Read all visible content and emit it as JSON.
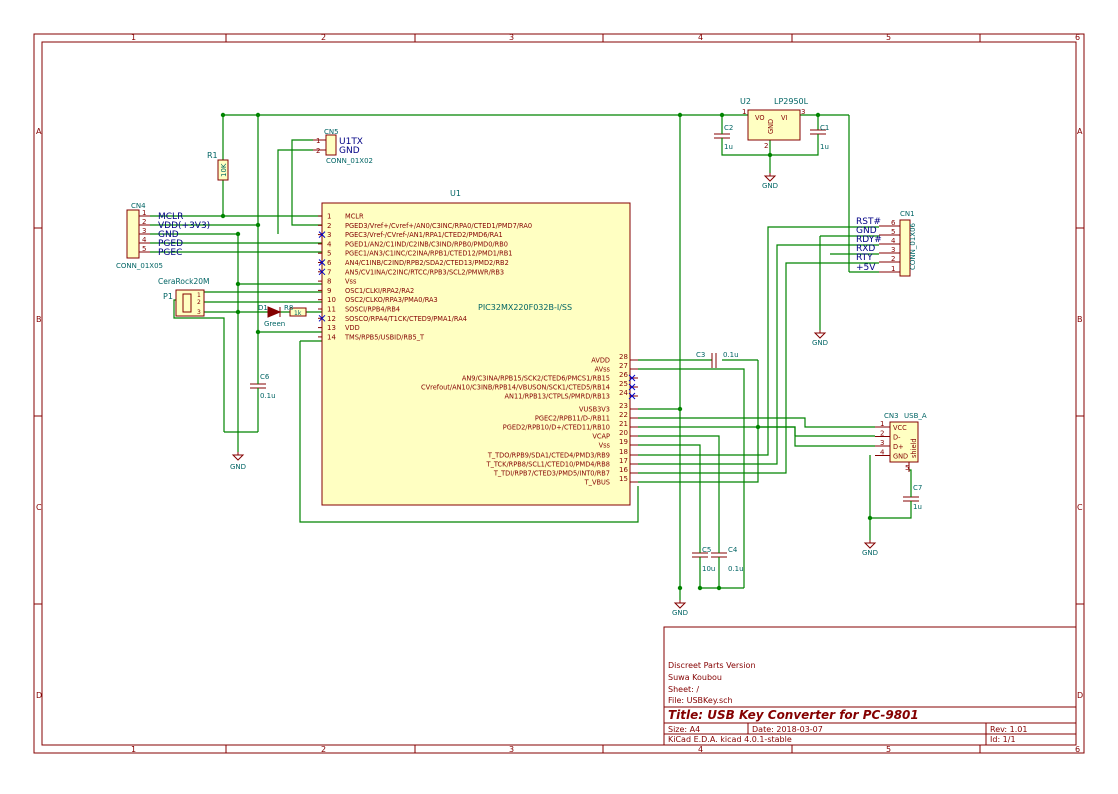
{
  "sheet": {
    "col_labels": [
      "1",
      "2",
      "3",
      "4",
      "5",
      "6"
    ],
    "row_labels": [
      "A",
      "B",
      "C",
      "D"
    ]
  },
  "title_block": {
    "comment": "Discreet Parts Version",
    "company": "Suwa Koubou",
    "sheet": "Sheet: /",
    "file": "File: USBKey.sch",
    "title": "Title: USB Key Converter for PC-9801",
    "size": "Size: A4",
    "date": "Date: 2018-03-07",
    "rev": "Rev: 1.01",
    "tool": "KiCad E.D.A.  kicad 4.0.1-stable",
    "id": "Id: 1/1"
  },
  "u1": {
    "ref": "U1",
    "value": "PIC32MX220F032B-I/SS",
    "left_pins": [
      {
        "num": "1",
        "name": "MCLR"
      },
      {
        "num": "2",
        "name": "PGED3/Vref+/Cvref+/AN0/C3INC/RPA0/CTED1/PMD7/RA0"
      },
      {
        "num": "3",
        "name": "PGEC3/Vref-/CVref-/AN1/RPA1/CTED2/PMD6/RA1"
      },
      {
        "num": "4",
        "name": "PGED1/AN2/C1IND/C2INB/C3IND/RPB0/PMD0/RB0"
      },
      {
        "num": "5",
        "name": "PGEC1/AN3/C1INC/C2INA/RPB1/CTED12/PMD1/RB1"
      },
      {
        "num": "6",
        "name": "AN4/C1INB/C2IND/RPB2/SDA2/CTED13/PMD2/RB2"
      },
      {
        "num": "7",
        "name": "AN5/CV1INA/C2INC/RTCC/RPB3/SCL2/PMWR/RB3"
      },
      {
        "num": "8",
        "name": "Vss"
      },
      {
        "num": "9",
        "name": "OSC1/CLKI/RPA2/RA2"
      },
      {
        "num": "10",
        "name": "OSC2/CLKO/RPA3/PMA0/RA3"
      },
      {
        "num": "11",
        "name": "SOSCI/RPB4/RB4"
      },
      {
        "num": "12",
        "name": "SOSCO/RPA4/T1CK/CTED9/PMA1/RA4"
      },
      {
        "num": "13",
        "name": "VDD"
      },
      {
        "num": "14",
        "name": "TMS/RPB5/USBID/RB5_T"
      }
    ],
    "right_pins": [
      {
        "num": "28",
        "name": "AVDD"
      },
      {
        "num": "27",
        "name": "AVss"
      },
      {
        "num": "26",
        "name": "AN9/C3INA/RPB15/SCK2/CTED6/PMCS1/RB15"
      },
      {
        "num": "25",
        "name": "CVrefout/AN10/C3INB/RPB14/VBUSON/SCK1/CTED5/RB14"
      },
      {
        "num": "24",
        "name": "AN11/RPB13/CTPLS/PMRD/RB13"
      },
      {
        "num": "23",
        "name": "VUSB3V3"
      },
      {
        "num": "22",
        "name": "PGEC2/RPB11/D-/RB11"
      },
      {
        "num": "21",
        "name": "PGED2/RPB10/D+/CTED11/RB10"
      },
      {
        "num": "20",
        "name": "VCAP"
      },
      {
        "num": "19",
        "name": "Vss"
      },
      {
        "num": "18",
        "name": "T_TDO/RPB9/SDA1/CTED4/PMD3/RB9"
      },
      {
        "num": "17",
        "name": "T_TCK/RPB8/SCL1/CTED10/PMD4/RB8"
      },
      {
        "num": "16",
        "name": "T_TDI/RPB7/CTED3/PMD5/INT0/RB7"
      },
      {
        "num": "15",
        "name": "T_VBUS"
      }
    ]
  },
  "u2": {
    "ref": "U2",
    "value": "LP2950L",
    "vo": "VO",
    "vi": "VI",
    "gnd": "GND",
    "pin1": "1",
    "pin2": "2",
    "pin3": "3"
  },
  "cn4": {
    "ref": "CN4",
    "value": "CONN_01X05",
    "pins": [
      {
        "num": "1",
        "net": "MCLR"
      },
      {
        "num": "2",
        "net": "VDD(+3V3)"
      },
      {
        "num": "3",
        "net": "GND"
      },
      {
        "num": "4",
        "net": "PGED"
      },
      {
        "num": "5",
        "net": "PGEC"
      }
    ]
  },
  "cn5": {
    "ref": "CN5",
    "value": "CONN_01X02",
    "pins": [
      {
        "num": "1",
        "net": "U1TX"
      },
      {
        "num": "2",
        "net": "GND"
      }
    ]
  },
  "cn1": {
    "ref": "CN1",
    "value": "CONN_01X06",
    "pins": [
      {
        "num": "6",
        "net": "RST#"
      },
      {
        "num": "5",
        "net": "GND"
      },
      {
        "num": "4",
        "net": "RDY#"
      },
      {
        "num": "3",
        "net": "RXD"
      },
      {
        "num": "2",
        "net": "RTY"
      },
      {
        "num": "1",
        "net": "+5V"
      }
    ]
  },
  "cn3": {
    "ref": "CN3",
    "value": "USB_A",
    "pins": [
      {
        "num": "1",
        "name": "VCC"
      },
      {
        "num": "2",
        "name": "D-"
      },
      {
        "num": "3",
        "name": "D+"
      },
      {
        "num": "4",
        "name": "GND"
      }
    ],
    "shield_num": "5",
    "shield": "shield"
  },
  "p1": {
    "ref": "P1",
    "value": "CeraRock20M",
    "pin1": "1",
    "pin2": "2",
    "pin3": "3"
  },
  "r1": {
    "ref": "R1",
    "value": "10K"
  },
  "r8": {
    "ref": "R8",
    "value": "1k"
  },
  "d1": {
    "ref": "D1",
    "value": "Green"
  },
  "caps": {
    "c1": {
      "ref": "C1",
      "value": "1u"
    },
    "c2": {
      "ref": "C2",
      "value": "1u"
    },
    "c3": {
      "ref": "C3",
      "value": "0.1u"
    },
    "c4": {
      "ref": "C4",
      "value": "0.1u"
    },
    "c5": {
      "ref": "C5",
      "value": "10u"
    },
    "c6": {
      "ref": "C6",
      "value": "0.1u"
    },
    "c7": {
      "ref": "C7",
      "value": "1u"
    }
  },
  "gnd_label": "GND"
}
